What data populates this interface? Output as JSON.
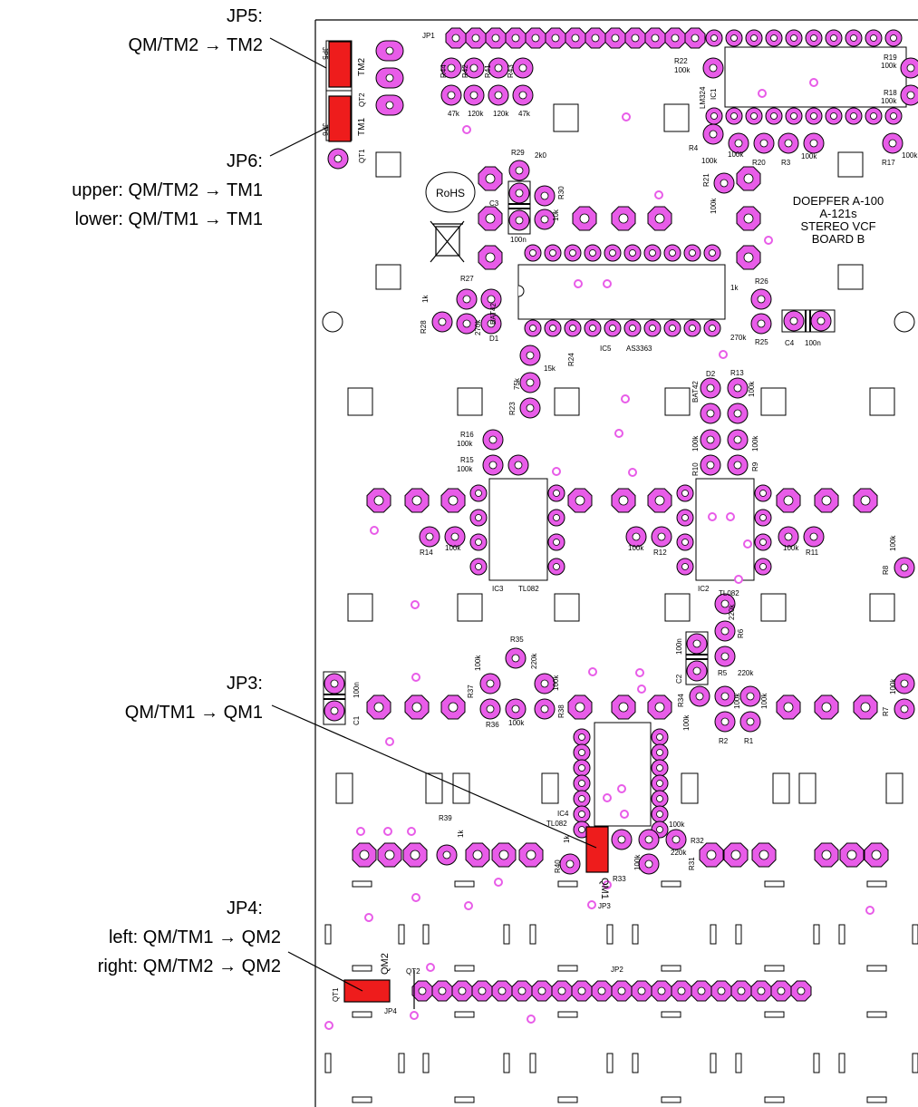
{
  "callouts": {
    "jp5": {
      "title": "JP5:",
      "lines": [
        "QM/TM2 → TM2"
      ]
    },
    "jp6": {
      "title": "JP6:",
      "lines": [
        "upper: QM/TM2 → TM1",
        "lower: QM/TM1 → TM1"
      ]
    },
    "jp3": {
      "title": "JP3:",
      "lines": [
        "QM/TM1 → QM1"
      ]
    },
    "jp4": {
      "title": "JP4:",
      "lines": [
        "left: QM/TM1 → QM2",
        "right: QM/TM2 → QM2"
      ]
    }
  },
  "board_text": {
    "title_lines": [
      "DOEPFER A-100",
      "A-121s",
      "STEREO VCF",
      "BOARD B"
    ],
    "rohs": "RoHS"
  },
  "labels": {
    "jp1": "JP1",
    "jp2": "JP2",
    "jp3": "JP3",
    "jp4": "JP4",
    "jp5": "JP5",
    "jp6": "JP6",
    "tm1": "TM1",
    "tm2": "TM2",
    "qt1": "QT1",
    "qt2": "QT2",
    "qm1": "QM1",
    "qm2": "QM2",
    "ic1": "IC1",
    "ic1_part": "LM324",
    "ic2": "IC2",
    "ic2_part": "TL082",
    "ic3": "IC3",
    "ic3_part": "TL082",
    "ic4": "IC4",
    "ic4_part": "TL082",
    "ic5": "IC5",
    "ic5_part": "AS3363",
    "c1": "C1",
    "c1_val": "100n",
    "c2": "C2",
    "c2_val": "100n",
    "c3": "C3",
    "c3_val": "100n",
    "c4": "C4",
    "c4_val": "100n",
    "d1": "D1",
    "d1_part": "BAT42",
    "d2": "D2",
    "d2_part": "BAT42",
    "r1": "R1",
    "r1_val": "100k",
    "r2": "R2",
    "r2_val": "100k",
    "r3": "R3",
    "r3_val": "100k",
    "r4": "R4",
    "r4_val": "100k",
    "r5": "R5",
    "r5_val": "220k",
    "r6": "R6",
    "r6_val": "220k",
    "r7": "R7",
    "r7_val": "100k",
    "r8": "R8",
    "r8_val": "100k",
    "r9": "R9",
    "r9_val": "100k",
    "r10": "R10",
    "r10_val": "100k",
    "r11": "R11",
    "r11_val": "100k",
    "r12": "R12",
    "r12_val": "100k",
    "r13": "R13",
    "r13_val": "100k",
    "r14": "R14",
    "r14_val": "100k",
    "r15": "R15",
    "r15_val": "100k",
    "r16": "R16",
    "r16_val": "100k",
    "r17": "R17",
    "r17_val": "100k",
    "r18": "R18",
    "r18_val": "100k",
    "r19": "R19",
    "r19_val": "100k",
    "r20": "R20",
    "r20_val": "100k",
    "r21": "R21",
    "r21_val": "100k",
    "r22": "R22",
    "r22_val": "100k",
    "r23": "R23",
    "r23_val": "75k",
    "r24": "R24",
    "r24_val": "15k",
    "r25": "R25",
    "r25_val": "270k",
    "r26": "R26",
    "r26_val": "1k",
    "r27": "R27",
    "r27_val": "270k",
    "r28": "R28",
    "r28_val": "1k",
    "r29": "R29",
    "r29_val": "2k0",
    "r30": "R30",
    "r30_val": "10k",
    "r31": "R31",
    "r31_val": "220k",
    "r32": "R32",
    "r32_val": "100k",
    "r33": "R33",
    "r33_val": "100k",
    "r34": "R34",
    "r34_val": "100k",
    "r35": "R35",
    "r35_val": "220k",
    "r36": "R36",
    "r36_val": "100k",
    "r37": "R37",
    "r37_val": "100k",
    "r38": "R38",
    "r38_val": "100k",
    "r39": "R39",
    "r39_val": "1k",
    "r40": "R40",
    "r40_val": "1k",
    "r41": "R41",
    "r41_val": "120k",
    "r42": "R42",
    "r42_val": "120k",
    "r43": "R43",
    "r43_val": "47k",
    "r44": "R44",
    "r44_val": "47k"
  },
  "colors": {
    "pad": "#e85ce8",
    "jumper": "#ee1c1c",
    "outline": "#000000",
    "text": "#000000"
  }
}
